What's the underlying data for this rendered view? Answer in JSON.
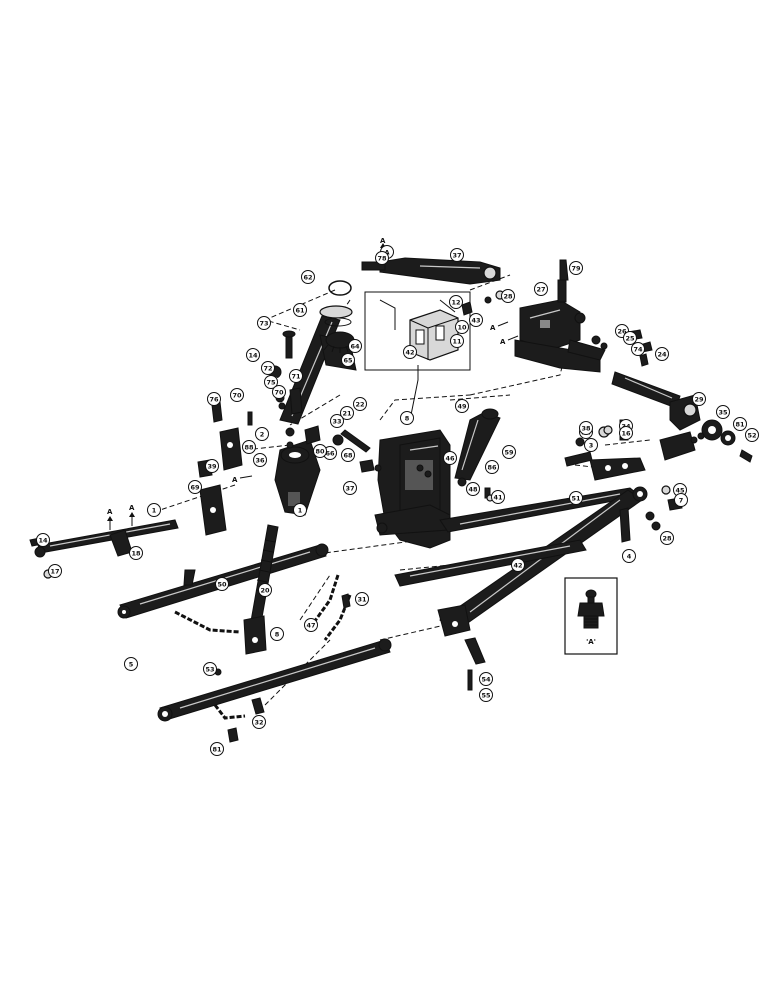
{
  "diagram": {
    "type": "exploded-parts-view",
    "callouts": [
      "79",
      "37",
      "62",
      "A",
      "61",
      "64",
      "28",
      "27",
      "12",
      "78",
      "73",
      "42",
      "43",
      "26",
      "74",
      "11",
      "25",
      "10",
      "24",
      "65",
      "14",
      "72",
      "75",
      "71",
      "70",
      "66",
      "29",
      "35",
      "81",
      "52",
      "76",
      "70",
      "8",
      "22",
      "21",
      "34",
      "33",
      "32",
      "2",
      "1",
      "88",
      "36",
      "80",
      "86",
      "39",
      "37",
      "69",
      "68",
      "46",
      "48",
      "51",
      "38",
      "16",
      "14",
      "1",
      "18",
      "17",
      "20",
      "59",
      "41",
      "45",
      "28",
      "3",
      "7",
      "4",
      "50",
      "8",
      "49",
      "42",
      "5",
      "53",
      "32",
      "31",
      "54",
      "55",
      "47",
      "81"
    ],
    "arrow_marker": "A",
    "inset": {
      "label": "'A'",
      "icon": "grease-fitting-icon"
    }
  }
}
